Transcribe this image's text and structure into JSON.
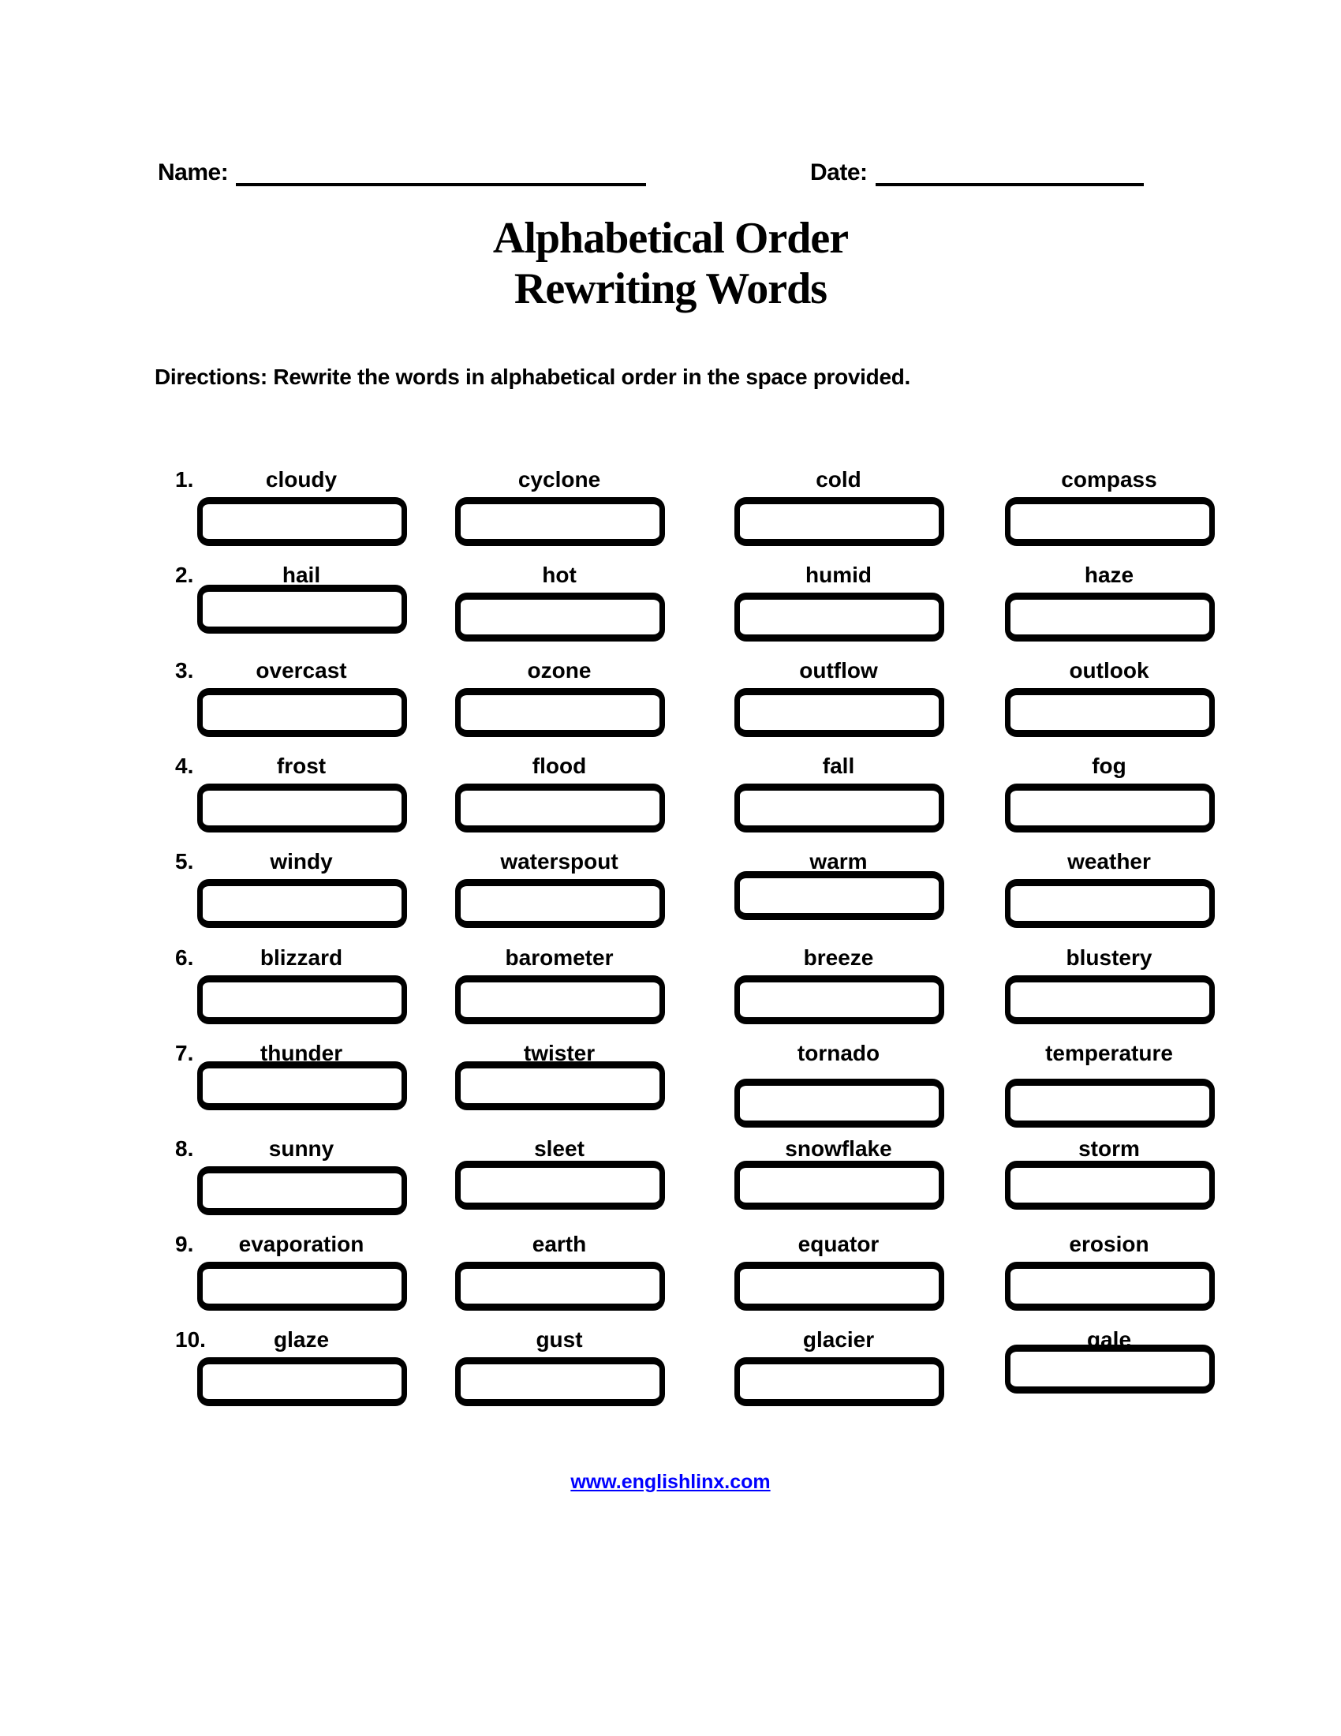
{
  "header": {
    "name_label": "Name:",
    "date_label": "Date:"
  },
  "title": {
    "line1": "Alphabetical Order",
    "line2": "Rewriting Words"
  },
  "directions": "Directions: Rewrite the words in alphabetical order in the space provided.",
  "rows": [
    {
      "number": "1.",
      "words": [
        "cloudy",
        "cyclone",
        "cold",
        "compass"
      ]
    },
    {
      "number": "2.",
      "words": [
        "hail",
        "hot",
        "humid",
        "haze"
      ]
    },
    {
      "number": "3.",
      "words": [
        "overcast",
        "ozone",
        "outflow",
        "outlook"
      ]
    },
    {
      "number": "4.",
      "words": [
        "frost",
        "flood",
        "fall",
        "fog"
      ]
    },
    {
      "number": "5.",
      "words": [
        "windy",
        "waterspout",
        "warm",
        "weather"
      ]
    },
    {
      "number": "6.",
      "words": [
        "blizzard",
        "barometer",
        "breeze",
        "blustery"
      ]
    },
    {
      "number": "7.",
      "words": [
        "thunder",
        "twister",
        "tornado",
        "temperature"
      ]
    },
    {
      "number": "8.",
      "words": [
        "sunny",
        "sleet",
        "snowflake",
        "storm"
      ]
    },
    {
      "number": "9.",
      "words": [
        "evaporation",
        "earth",
        "equator",
        "erosion"
      ]
    },
    {
      "number": "10.",
      "words": [
        "glaze",
        "gust",
        "glacier",
        "gale"
      ]
    }
  ],
  "answer_boxes_per_row": 4,
  "footer": {
    "link_text": "www.englishlinx.com",
    "link_color": "#0000ff"
  },
  "colors": {
    "text": "#000000",
    "background": "#ffffff"
  }
}
